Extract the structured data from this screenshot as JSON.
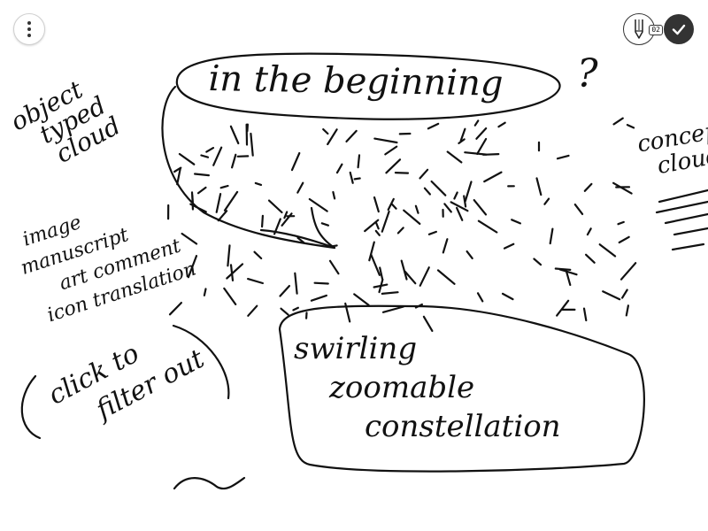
{
  "toolbar": {
    "menu_icon": "more-vertical-icon",
    "pen_icon": "pen-icon",
    "pen_size_label": "02",
    "done_icon": "check-icon"
  },
  "notes": {
    "in_the_beginning": "in the beginning",
    "question_mark": "?",
    "object_typed_cloud": [
      "object",
      "typed",
      "cloud"
    ],
    "concept_cloud": [
      "concept",
      "cloud"
    ],
    "image_manuscript": [
      "image",
      "manuscript",
      "art comment",
      "icon translation"
    ],
    "click_to_filter": [
      "click to",
      "filter out"
    ],
    "swirling": [
      "swirling",
      "zoomable",
      "constellation"
    ]
  }
}
